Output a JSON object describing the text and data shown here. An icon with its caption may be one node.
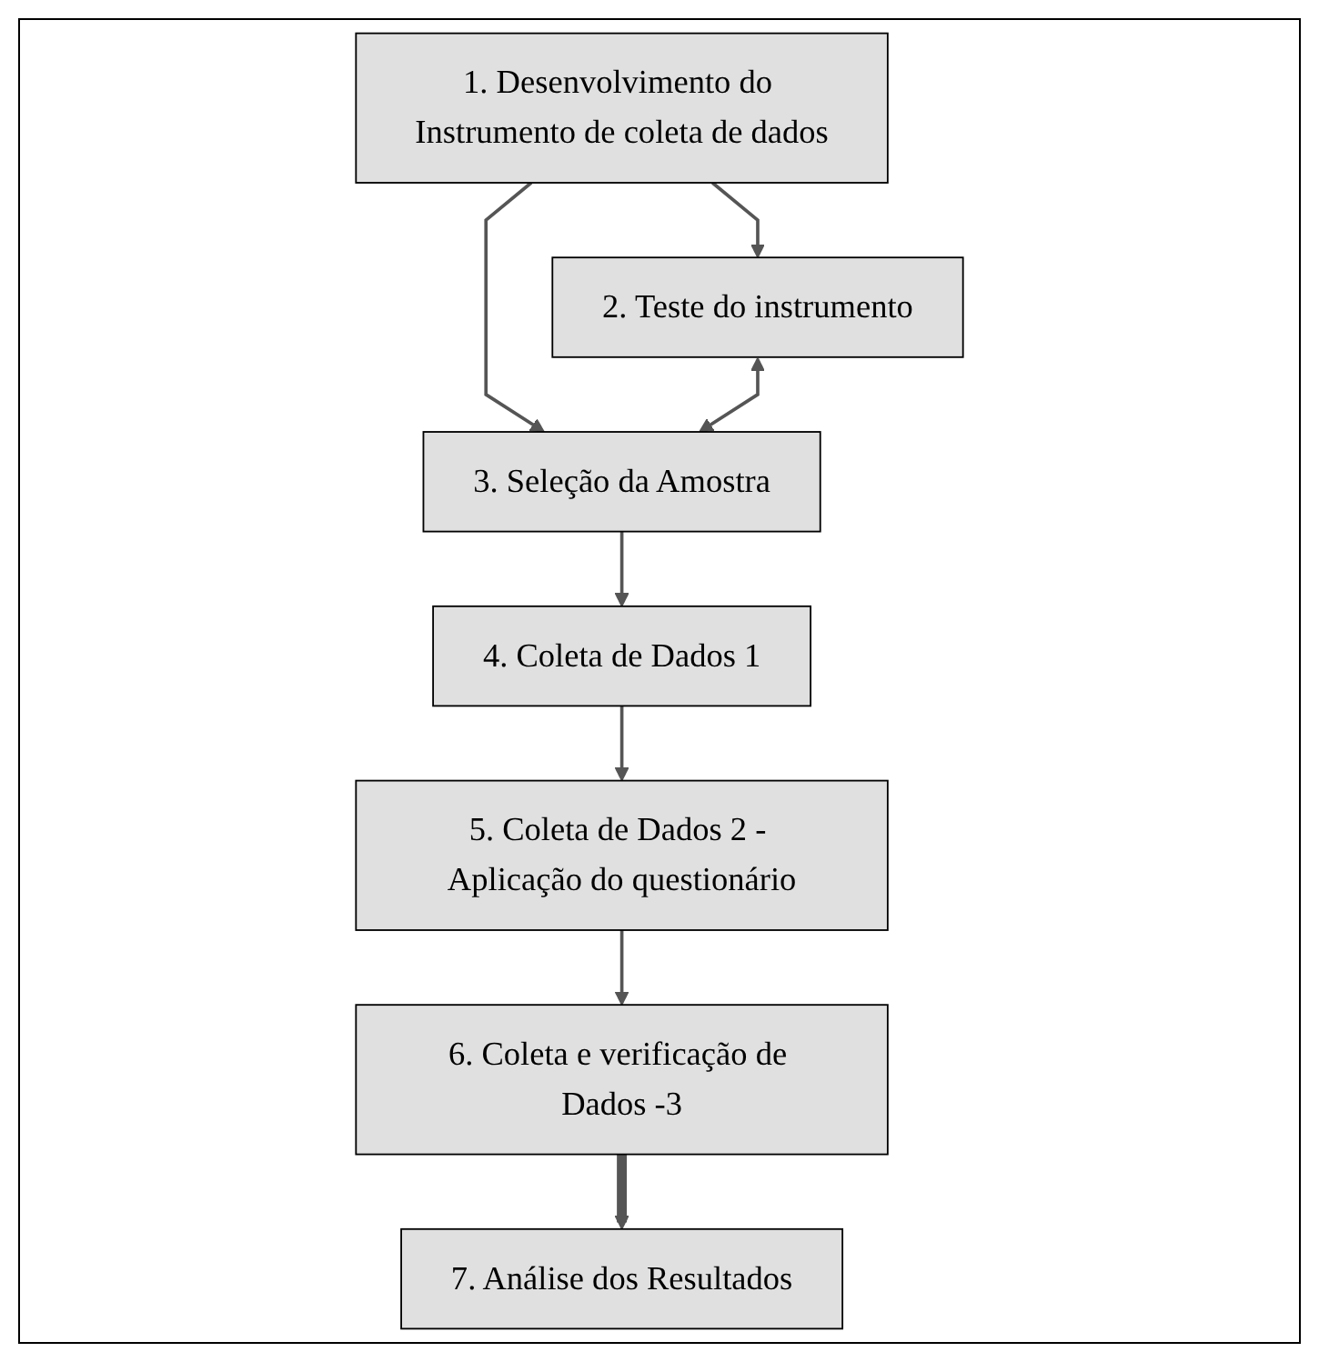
{
  "diagram": {
    "nodes": [
      {
        "text": [
          "1. Desenvolvimento do Instrumento de coleta de dados"
        ]
      },
      {
        "text": [
          "2. Teste do instrumento"
        ]
      },
      {
        "text": [
          "3. Seleção da Amostra"
        ]
      },
      {
        "text": [
          "4. Coleta de Dados 1"
        ]
      },
      {
        "text": [
          "5. Coleta de Dados 2 - Aplicação do questionário"
        ]
      },
      {
        "text": [
          "6. Coleta e verificação de Dados -3"
        ]
      },
      {
        "text": [
          "7. Análise dos Resultados"
        ]
      }
    ],
    "edges": [
      {
        "from": 0,
        "to": 1,
        "arrow": "to"
      },
      {
        "from": 0,
        "to": 2,
        "arrow": "to"
      },
      {
        "from": 1,
        "to": 2,
        "arrow": "both"
      },
      {
        "from": 2,
        "to": 3,
        "arrow": "to"
      },
      {
        "from": 3,
        "to": 4,
        "arrow": "to"
      },
      {
        "from": 4,
        "to": 5,
        "arrow": "to"
      },
      {
        "from": 5,
        "to": 6,
        "arrow": "to",
        "style": "thick"
      }
    ]
  }
}
